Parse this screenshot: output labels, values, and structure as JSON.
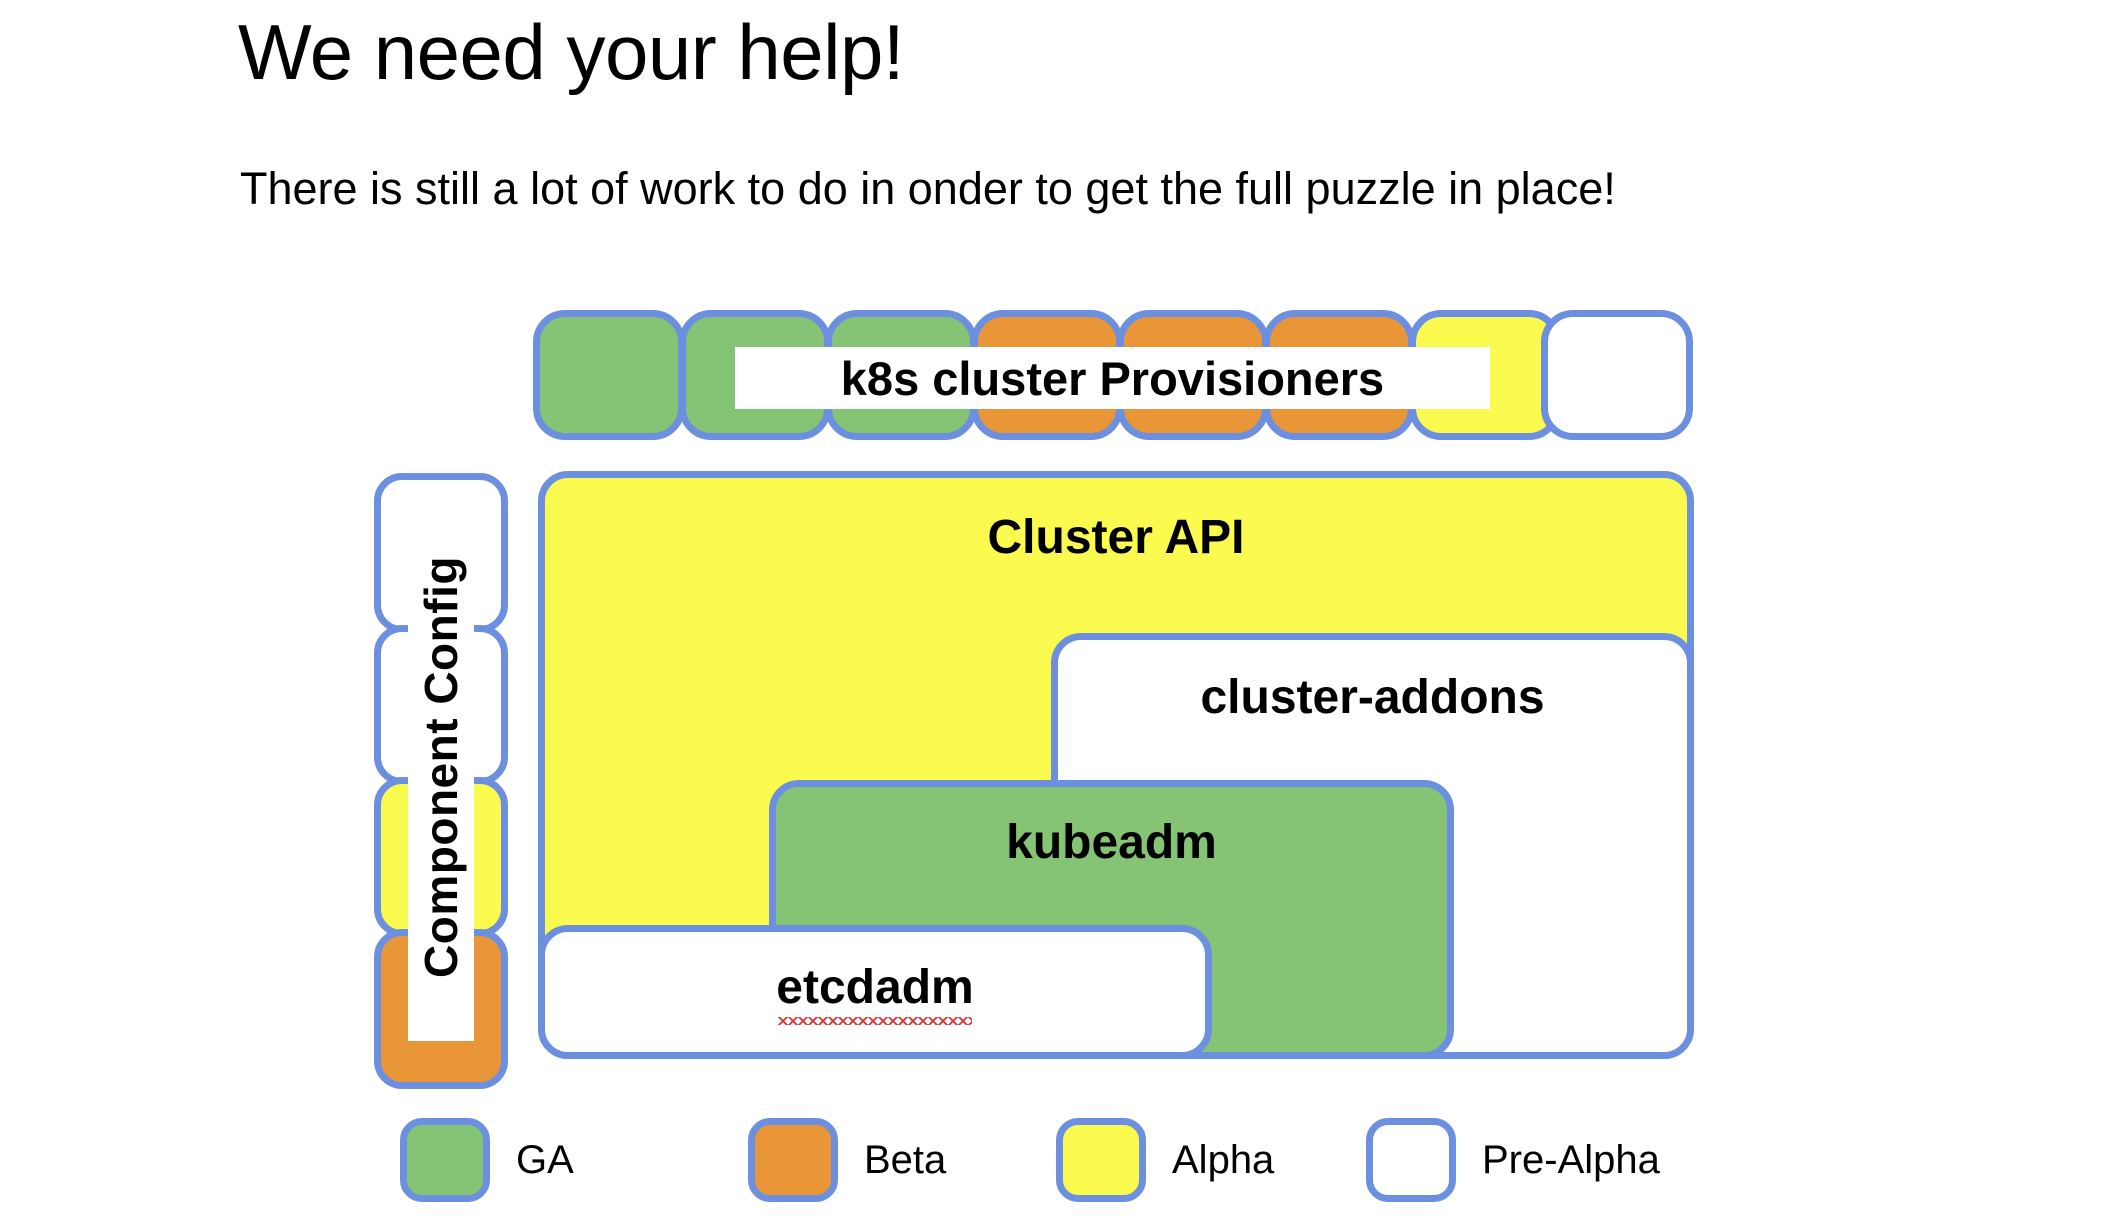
{
  "slide": {
    "title": "We need your help!",
    "subtitle": "There is still a lot of work to do in onder to get the full puzzle in place!"
  },
  "colors": {
    "border": "#6C8FE0",
    "ga": "#85C474",
    "beta": "#E89637",
    "alpha": "#FAFA4F",
    "pre_alpha": "#FFFFFF",
    "spellcheck_underline": "#E03131"
  },
  "provisioners": {
    "label": "k8s cluster Provisioners",
    "boxes": [
      {
        "status": "GA"
      },
      {
        "status": "GA"
      },
      {
        "status": "GA"
      },
      {
        "status": "Beta"
      },
      {
        "status": "Beta"
      },
      {
        "status": "Beta"
      },
      {
        "status": "Alpha"
      },
      {
        "status": "Pre-Alpha"
      }
    ]
  },
  "component_config": {
    "label": "Component Config",
    "boxes": [
      {
        "status": "Pre-Alpha"
      },
      {
        "status": "Pre-Alpha"
      },
      {
        "status": "Alpha"
      },
      {
        "status": "Beta"
      }
    ]
  },
  "stack": {
    "cluster_api": {
      "label": "Cluster API",
      "status": "Alpha"
    },
    "cluster_addons": {
      "label": "cluster-addons",
      "status": "Pre-Alpha"
    },
    "kubeadm": {
      "label": "kubeadm",
      "status": "GA"
    },
    "etcdadm": {
      "label": "etcdadm",
      "status": "Pre-Alpha",
      "misspelled": true
    }
  },
  "legend": {
    "items": [
      {
        "label": "GA",
        "status": "GA"
      },
      {
        "label": "Beta",
        "status": "Beta"
      },
      {
        "label": "Alpha",
        "status": "Alpha"
      },
      {
        "label": "Pre-Alpha",
        "status": "Pre-Alpha"
      }
    ]
  }
}
